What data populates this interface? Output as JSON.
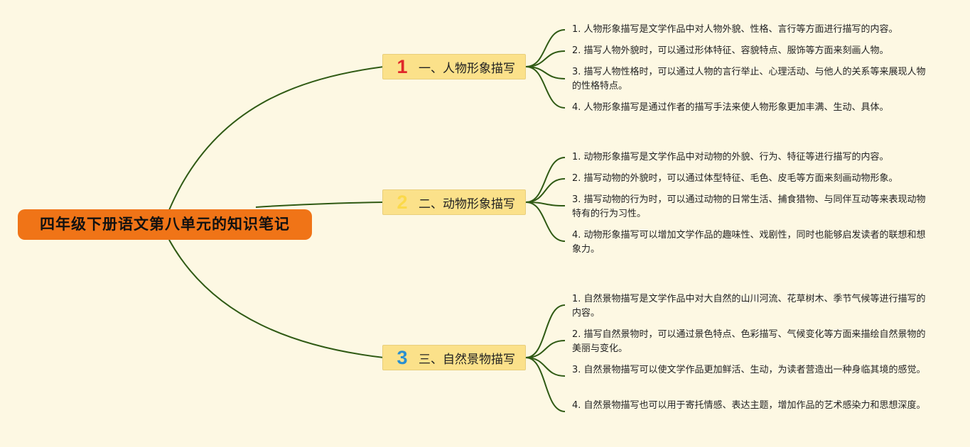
{
  "root": {
    "title": "四年级下册语文第八单元的知识笔记"
  },
  "colors": {
    "root_bg": "#f07417",
    "branch_bg": "#fbe18a",
    "line": "#2f5a14",
    "num1": "#e0282a",
    "num2": "#fbd94a",
    "num3": "#2a8fd0"
  },
  "branches": [
    {
      "number": "1",
      "label": "一、人物形象描写",
      "items": [
        "1. 人物形象描写是文学作品中对人物外貌、性格、言行等方面进行描写的内容。",
        "2. 描写人物外貌时，可以通过形体特征、容貌特点、服饰等方面来刻画人物。",
        "3. 描写人物性格时，可以通过人物的言行举止、心理活动、与他人的关系等来展现人物的性格特点。",
        "4. 人物形象描写是通过作者的描写手法来使人物形象更加丰满、生动、具体。"
      ]
    },
    {
      "number": "2",
      "label": "二、动物形象描写",
      "items": [
        "1. 动物形象描写是文学作品中对动物的外貌、行为、特征等进行描写的内容。",
        "2. 描写动物的外貌时，可以通过体型特征、毛色、皮毛等方面来刻画动物形象。",
        "3. 描写动物的行为时，可以通过动物的日常生活、捕食猎物、与同伴互动等来表现动物特有的行为习性。",
        "4. 动物形象描写可以增加文学作品的趣味性、戏剧性，同时也能够启发读者的联想和想象力。"
      ]
    },
    {
      "number": "3",
      "label": "三、自然景物描写",
      "items": [
        "1. 自然景物描写是文学作品中对大自然的山川河流、花草树木、季节气候等进行描写的内容。",
        "2. 描写自然景物时，可以通过景色特点、色彩描写、气候变化等方面来描绘自然景物的美丽与变化。",
        "3. 自然景物描写可以使文学作品更加鲜活、生动，为读者营造出一种身临其境的感觉。",
        "4. 自然景物描写也可以用于寄托情感、表达主题，增加作品的艺术感染力和思想深度。"
      ]
    }
  ]
}
